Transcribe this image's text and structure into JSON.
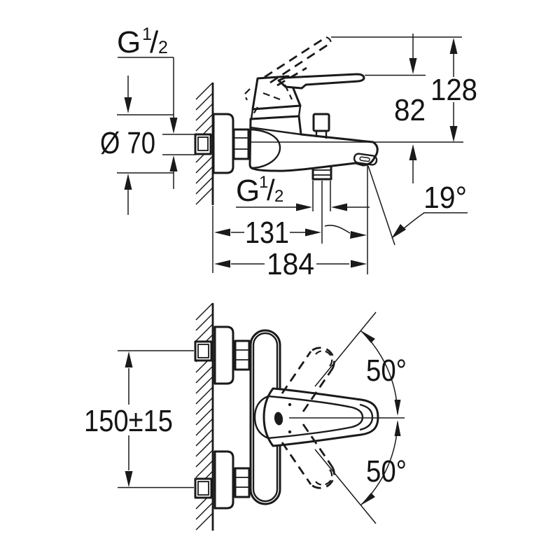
{
  "side_view": {
    "inlet_thread": {
      "base": "G",
      "numerator": "1",
      "slash": "/",
      "denominator": "2"
    },
    "flange_diameter": "Ø 70",
    "overall_height": "128",
    "spout_height": "82",
    "spout_angle": "19°",
    "shower_thread": {
      "base": "G",
      "numerator": "1",
      "slash": "/",
      "denominator": "2"
    },
    "wall_to_shower_outlet": "131",
    "wall_to_spout_tip": "184"
  },
  "front_view": {
    "connection_spacing": "150±15",
    "swivel_angle_up": "50°",
    "swivel_angle_down": "50°"
  }
}
